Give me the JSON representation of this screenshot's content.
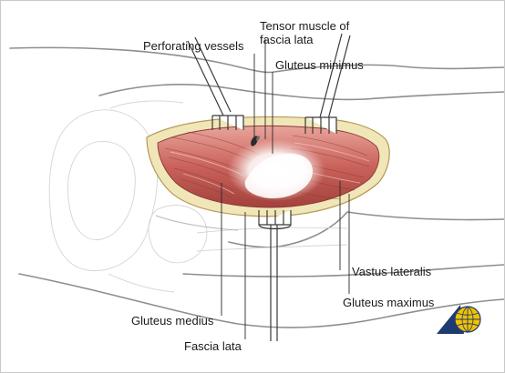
{
  "labels": {
    "tensor_muscle_line1": "Tensor muscle of",
    "tensor_muscle_line2": "fascia lata",
    "perforating_vessels": "Perforating vessels",
    "gluteus_minimus": "Gluteus minimus",
    "vastus_lateralis": "Vastus lateralis",
    "gluteus_maximus": "Gluteus maximus",
    "gluteus_medius": "Gluteus medius",
    "fascia_lata": "Fascia lata"
  },
  "icons": {
    "logo": "globe-triangle-logo"
  },
  "colors": {
    "muscle": "#c9625a",
    "muscle_dark": "#a3413c",
    "muscle_light": "#e9a49b",
    "fascia_rim": "#f1e6b8",
    "tendon": "#ffffff",
    "logo_globe": "#f2c200",
    "logo_triangle": "#1f3a73"
  }
}
